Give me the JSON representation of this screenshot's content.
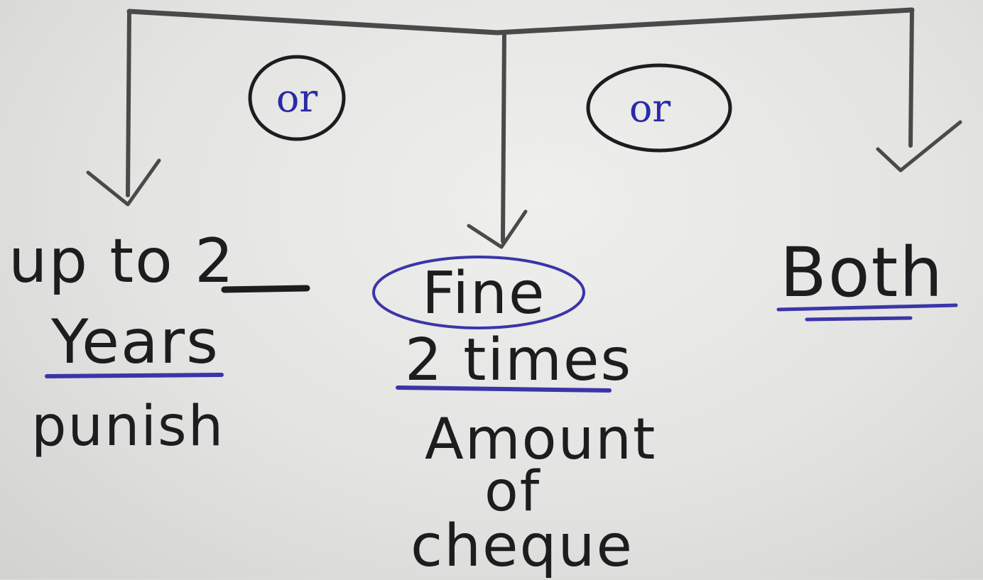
{
  "connectors": [
    "or",
    "or"
  ],
  "branches": [
    {
      "id": "imprisonment",
      "lines": [
        "up to 2",
        "Years",
        "punish"
      ]
    },
    {
      "id": "fine",
      "lines": [
        "Fine",
        "2 times",
        "Amount",
        "of",
        "cheque"
      ]
    },
    {
      "id": "both",
      "lines": [
        "Both"
      ]
    }
  ],
  "colors": {
    "ink": "#1d1d1f",
    "blue_ink": "#3b35a8",
    "paper": "#e6e6e4"
  }
}
